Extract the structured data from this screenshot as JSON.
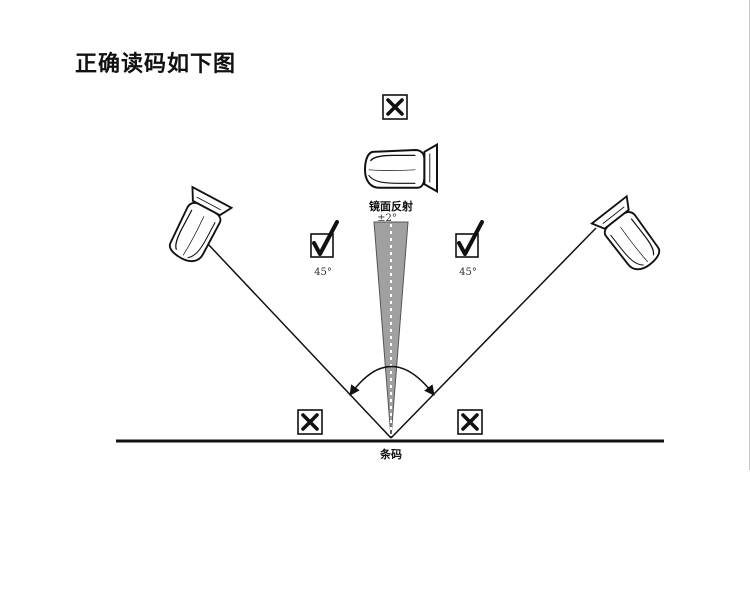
{
  "title": "正确读码如下图",
  "labels": {
    "mirror_reflection": "镜面反射",
    "tolerance": "±2°",
    "left_angle": "45°",
    "right_angle": "45°",
    "barcode": "条码"
  },
  "marks": {
    "top": "incorrect",
    "left_45": "correct",
    "right_45": "correct",
    "bottom_left": "incorrect",
    "bottom_right": "incorrect"
  },
  "colors": {
    "line": "#111111",
    "beam": "#9a9a9a",
    "scanner_fill": "#ffffff"
  }
}
